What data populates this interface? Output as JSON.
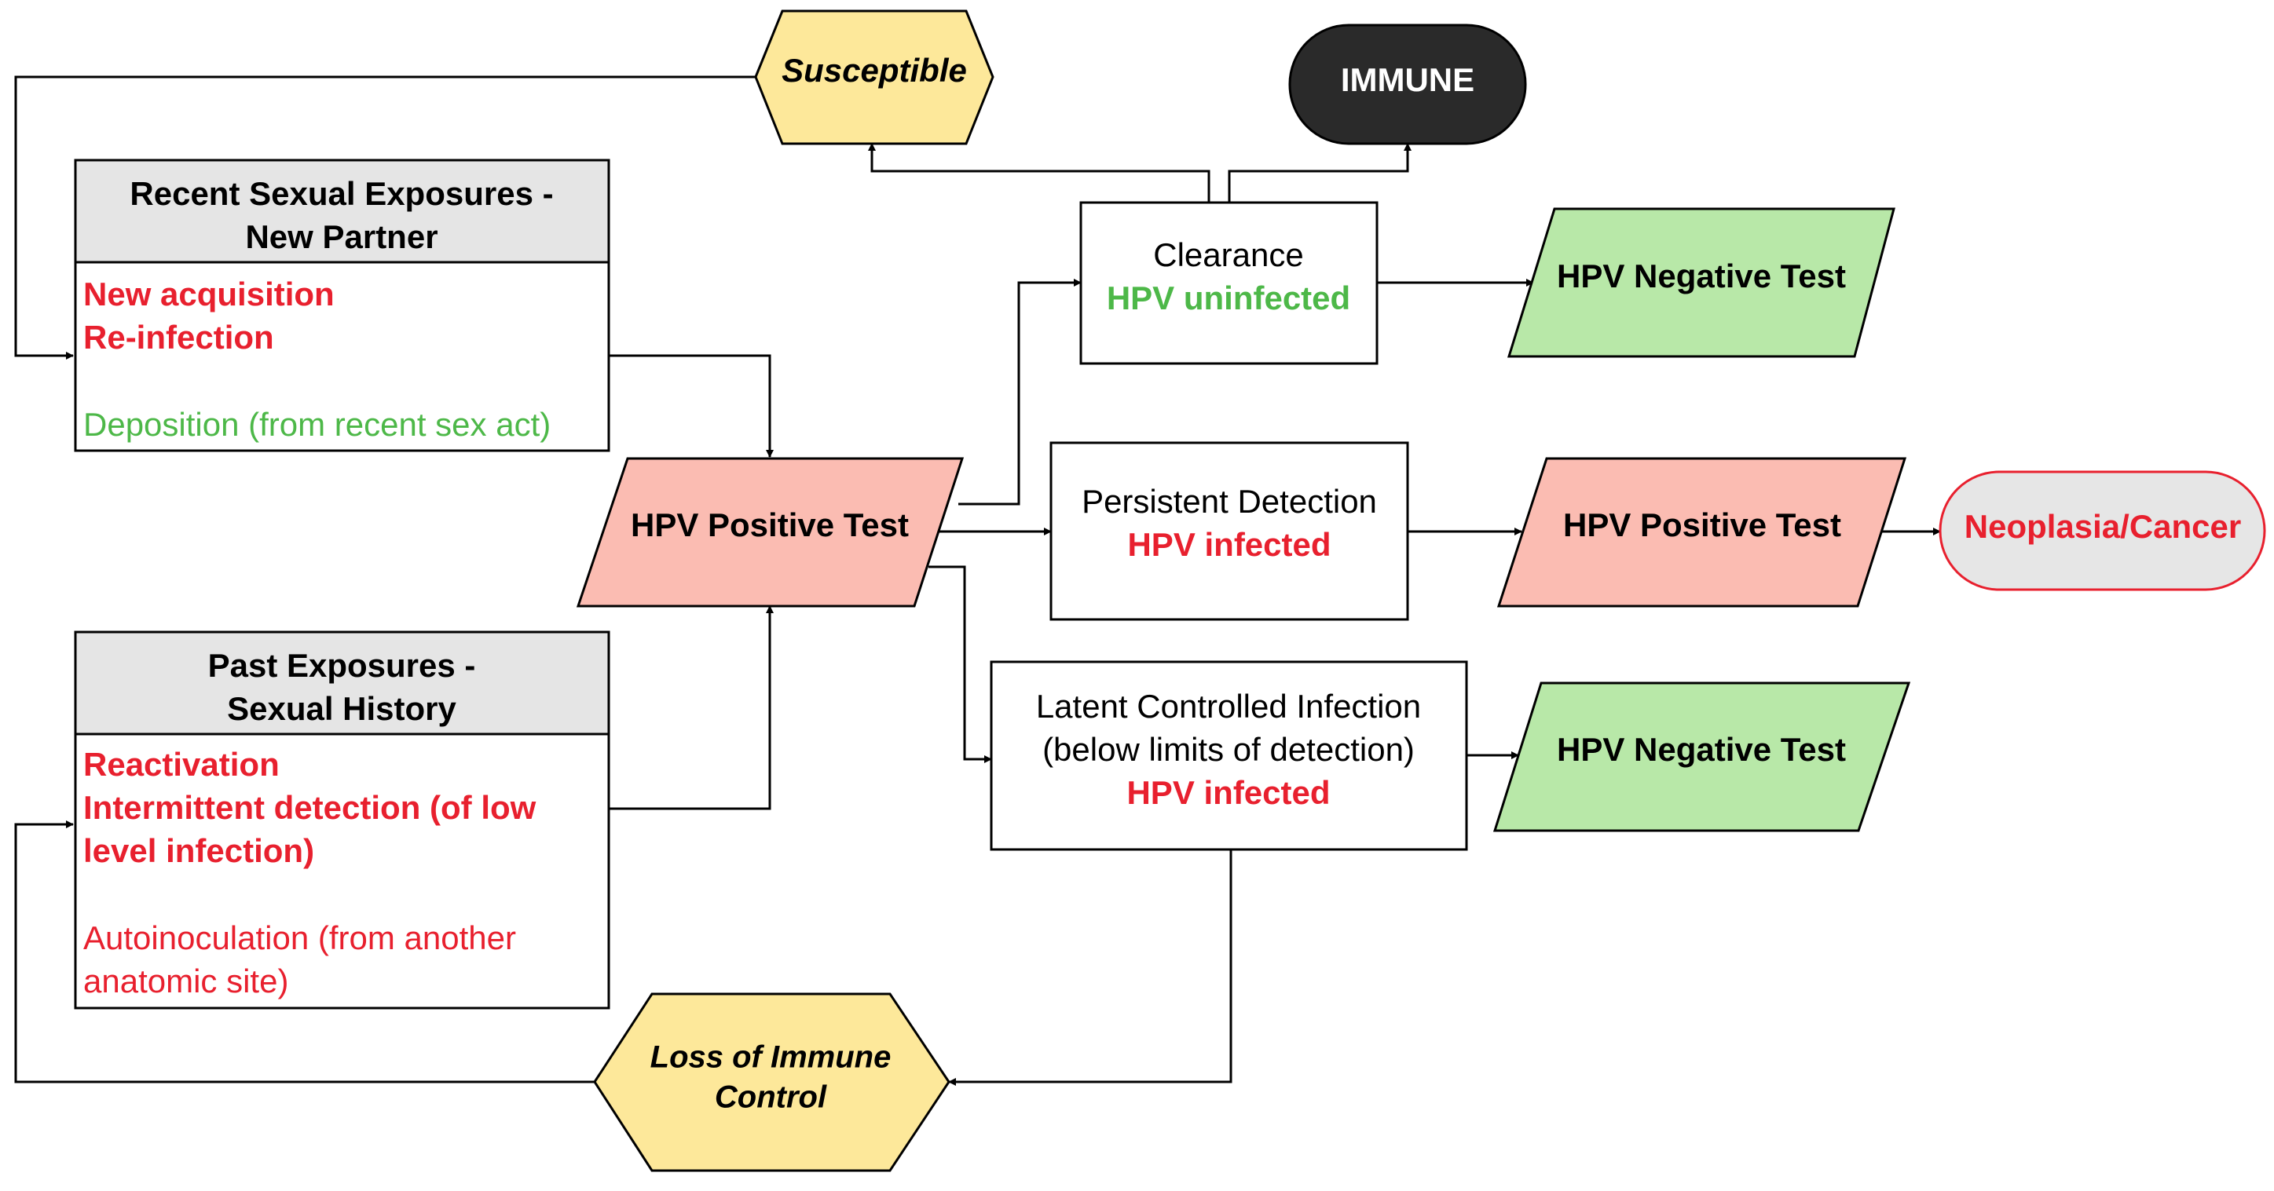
{
  "colors": {
    "red": "#e8202e",
    "green": "#4db848",
    "black": "#000000",
    "header_fill": "#e5e5e5",
    "yellow_fill": "#fde89a",
    "pink_fill": "#fbbcb2",
    "green_fill": "#b8e8a8",
    "immune_fill": "#2a2a2a",
    "cancer_fill": "#e6e6e6"
  },
  "nodes": {
    "susceptible": "Susceptible",
    "immune": "IMMUNE",
    "recent": {
      "header_line1": "Recent Sexual Exposures -",
      "header_line2": "New Partner",
      "line1": "New acquisition",
      "line2": "Re-infection",
      "line3": "Deposition (from recent sex act)"
    },
    "past": {
      "header_line1": "Past Exposures -",
      "header_line2": "Sexual History",
      "line1": "Reactivation",
      "line2": "Intermittent detection (of low",
      "line3": "level infection)",
      "line4": "Autoinoculation (from another",
      "line5": "anatomic site)"
    },
    "hpv_positive_1": "HPV Positive Test",
    "clearance": {
      "line1": "Clearance",
      "line2": "HPV uninfected"
    },
    "hpv_negative_1": "HPV Negative Test",
    "persistent": {
      "line1": "Persistent Detection",
      "line2": "HPV infected"
    },
    "hpv_positive_2": "HPV Positive Test",
    "cancer": "Neoplasia/Cancer",
    "latent": {
      "line1": "Latent Controlled Infection",
      "line2": "(below limits of detection)",
      "line3": "HPV infected"
    },
    "hpv_negative_2": "HPV Negative Test",
    "loss": {
      "line1": "Loss of Immune",
      "line2": "Control"
    }
  }
}
